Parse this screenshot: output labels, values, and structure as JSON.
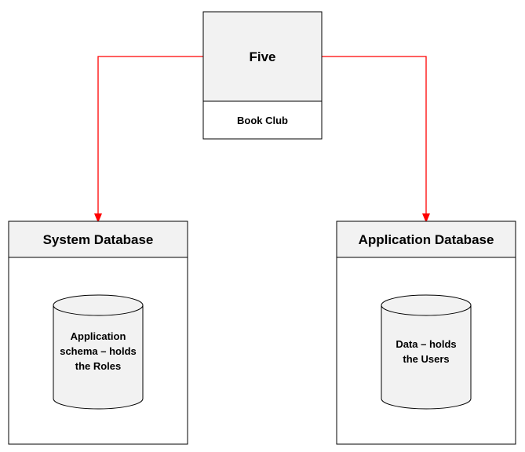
{
  "colors": {
    "connector": "#ff0000",
    "box_border": "#000000",
    "header_fill": "#f2f2f2",
    "body_fill": "#ffffff",
    "cylinder_fill": "#f2f2f2"
  },
  "five": {
    "title": "Five",
    "subtitle": "Book Club"
  },
  "system_db": {
    "title": "System Database",
    "cylinder_lines": [
      "Application",
      "schema – holds",
      "the Roles"
    ]
  },
  "app_db": {
    "title": "Application Database",
    "cylinder_lines": [
      "Data – holds",
      "the Users"
    ]
  }
}
